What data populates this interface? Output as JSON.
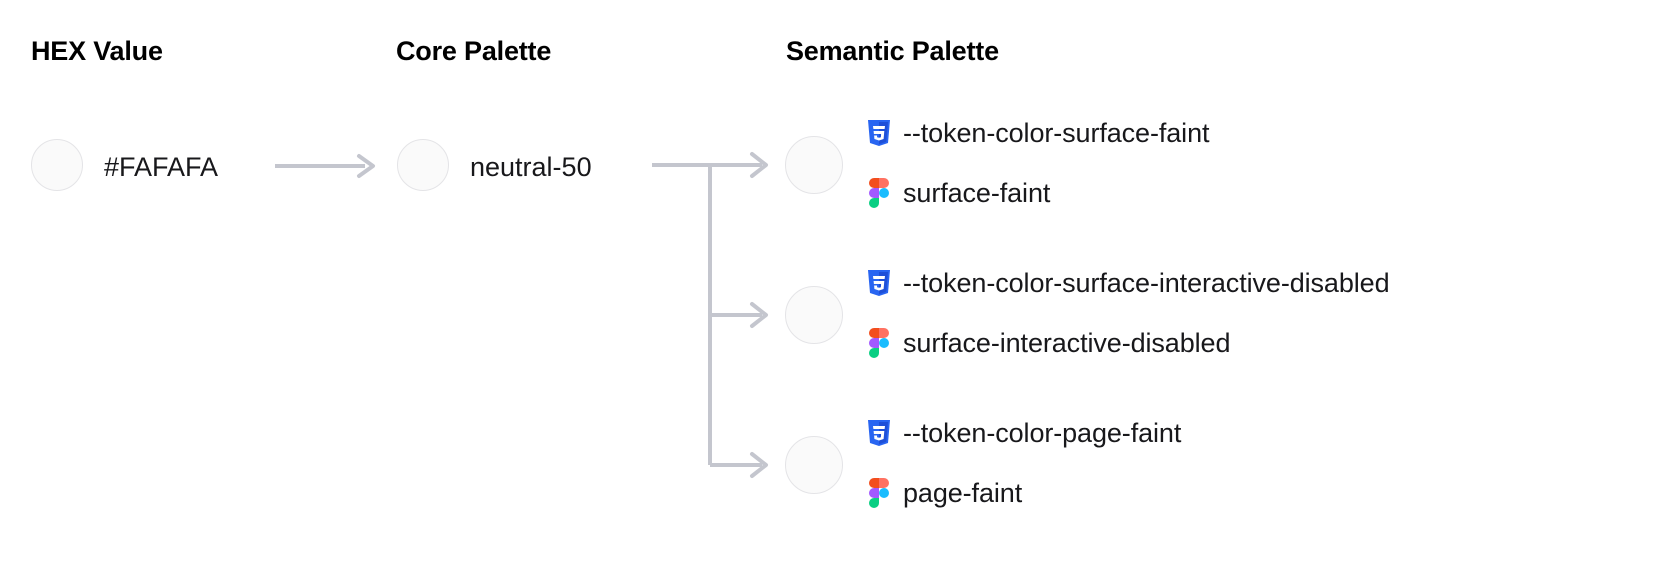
{
  "columns": {
    "hex": "HEX Value",
    "core": "Core Palette",
    "semantic": "Semantic Palette"
  },
  "hex": {
    "value": "#FAFAFA",
    "swatch_color": "#FAFAFA"
  },
  "core": {
    "value": "neutral-50",
    "swatch_color": "#FAFAFA"
  },
  "semantic": {
    "swatch_color": "#FAFAFA",
    "rows": [
      {
        "css_token": "--token-color-surface-faint",
        "figma_token": "surface-faint",
        "css_icon": "css3-icon",
        "figma_icon": "figma-icon"
      },
      {
        "css_token": "--token-color-surface-interactive-disabled",
        "figma_token": "surface-interactive-disabled",
        "css_icon": "css3-icon",
        "figma_icon": "figma-icon"
      },
      {
        "css_token": "--token-color-page-faint",
        "figma_token": "page-faint",
        "css_icon": "css3-icon",
        "figma_icon": "figma-icon"
      }
    ]
  },
  "connectors": {
    "hex_to_core": "arrow-right",
    "core_to_semantic": "branching-arrow-right",
    "line_color": "#C4C6CE"
  },
  "palette": {
    "background": "#FFFFFF",
    "text": "#18181B",
    "swatch_border": "#E4E4E7",
    "connector": "#C4C6CE",
    "css_blue": "#2965F1",
    "figma_orange": "#F24E1E",
    "figma_red": "#FF7262",
    "figma_purple": "#A259FF",
    "figma_blue": "#1ABCFE",
    "figma_green": "#0ACF83"
  }
}
